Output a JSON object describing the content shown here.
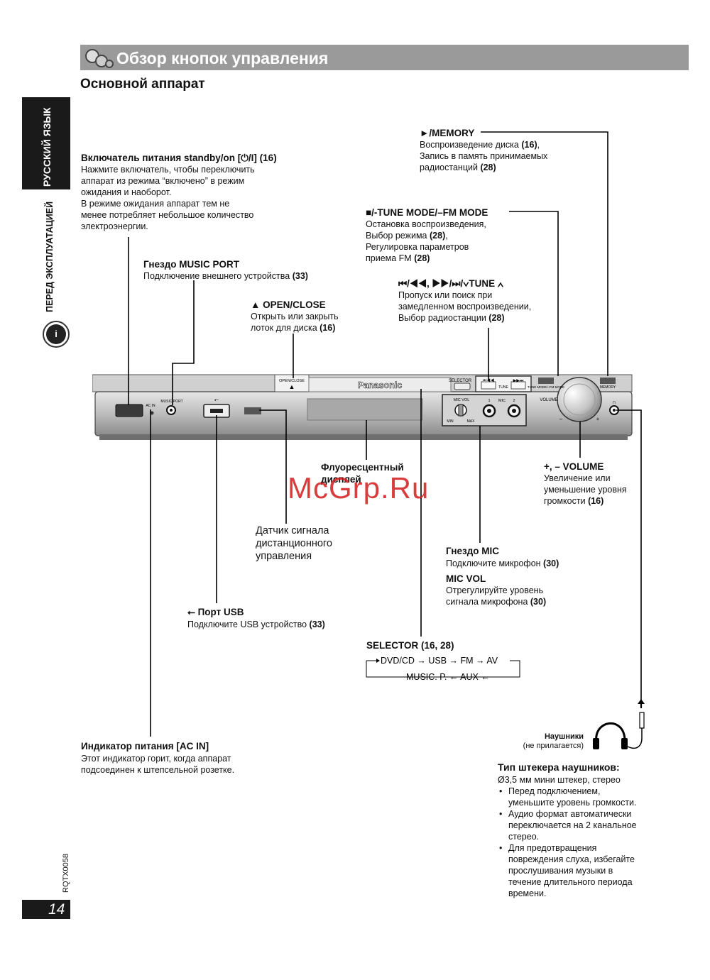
{
  "header": {
    "title": "Обзор кнопок управления",
    "subtitle": "Основной аппарат"
  },
  "side": {
    "language": "РУССКИЙ ЯЗЫК",
    "section": "ПЕРЕД ЭКСПЛУАТАЦИЕЙ",
    "doc_code": "RQTX0058",
    "page_number": "14"
  },
  "callouts": {
    "memory": {
      "label": "►/MEMORY",
      "lines": [
        "Воспроизведение диска",
        "Запись в память принимаемых",
        "радиостанций"
      ],
      "ref1": "(16)",
      "ref2": "(28)"
    },
    "standby": {
      "label": "Включатель питания standby/on [⏻/I] (16)",
      "lines": [
        "Нажмите включатель, чтобы переключить",
        "аппарат из режима “включено” в режим",
        "ожидания и наоборот.",
        "В режиме ожидания аппарат тем не",
        "менее потребляет небольшое количество",
        "электроэнергии."
      ]
    },
    "tune_mode": {
      "label": "■/-TUNE MODE/–FM MODE",
      "lines": [
        "Остановка воспроизведения,",
        "Выбор режима",
        "Регулировка параметров",
        "приема FM"
      ],
      "ref1": "(28)",
      "ref2": "(28)"
    },
    "music_port": {
      "label": "Гнездо MUSIC PORT",
      "line": "Подключение внешнего устройства",
      "ref": "(33)"
    },
    "skip": {
      "label": "⏮/◀◀, ▶▶/⏭/∨TUNE ∧",
      "lines": [
        "Пропуск или поиск при",
        "замедленном воспроизведении,",
        "Выбор радиостанции"
      ],
      "ref": "(28)"
    },
    "open_close": {
      "label": "▲ OPEN/CLOSE",
      "lines": [
        "Открыть или закрыть",
        "лоток для диска"
      ],
      "ref": "(16)"
    },
    "display": {
      "lines": [
        "Флуоресцентный",
        "дисплей"
      ]
    },
    "volume": {
      "label": "+, – VOLUME",
      "lines": [
        "Увеличение или",
        "уменьшение уровня",
        "громкости"
      ],
      "ref": "(16)"
    },
    "remote": {
      "lines": [
        "Датчик сигнала",
        "дистанционного",
        "управления"
      ]
    },
    "mic": {
      "label": "Гнездо MIC",
      "line": "Подключите микрофон",
      "ref": "(30)"
    },
    "mic_vol": {
      "label": "MIC VOL",
      "lines": [
        "Отрегулируйте уровень",
        "сигнала микрофона"
      ],
      "ref": "(30)"
    },
    "usb": {
      "label": "Порт USB",
      "line": "Подключите USB устройство",
      "ref": "(33)"
    },
    "selector": {
      "label": "SELECTOR (16, 28)",
      "row1": "DVD/CD → USB → FM → AV",
      "row2": "MUSIC. P. ← AUX ←"
    },
    "ac_in": {
      "label": "Индикатор питания [AC IN]",
      "lines": [
        "Этот индикатор горит, когда аппарат",
        "подсоединен к штепсельной розетке."
      ]
    },
    "headphones": {
      "label": "Наушники",
      "sub": "(не прилагается)"
    },
    "plug": {
      "label": "Тип штекера наушников:",
      "line": "Ø3,5 мм мини штекер, стерео",
      "bullets": [
        [
          "Перед подключением,",
          "уменьшите уровень громкости."
        ],
        [
          "Аудио формат автоматически",
          "переключается на 2 канальное",
          "стерео."
        ],
        [
          "Для предотвращения",
          "повреждения слуха, избегайте",
          "прослушивания музыки в",
          "течение длительного периода",
          "времени."
        ]
      ]
    }
  },
  "device": {
    "brand": "Panasonic",
    "open_close": "OPEN/CLOSE",
    "selector": "SELECTOR",
    "tune": "TUNE",
    "tune_mode": "TUNE MODE/–FM MODE",
    "memory": "MEMORY",
    "volume": "VOLUME",
    "ac_in": "AC IN",
    "music_port": "MUSIC PORT",
    "mic_vol": "MIC VOL",
    "mic": "MIC",
    "mic1": "1",
    "mic2": "2",
    "min": "MIN",
    "max": "MAX",
    "minus": "–",
    "plus": "+"
  },
  "watermark": "McGrp.Ru"
}
